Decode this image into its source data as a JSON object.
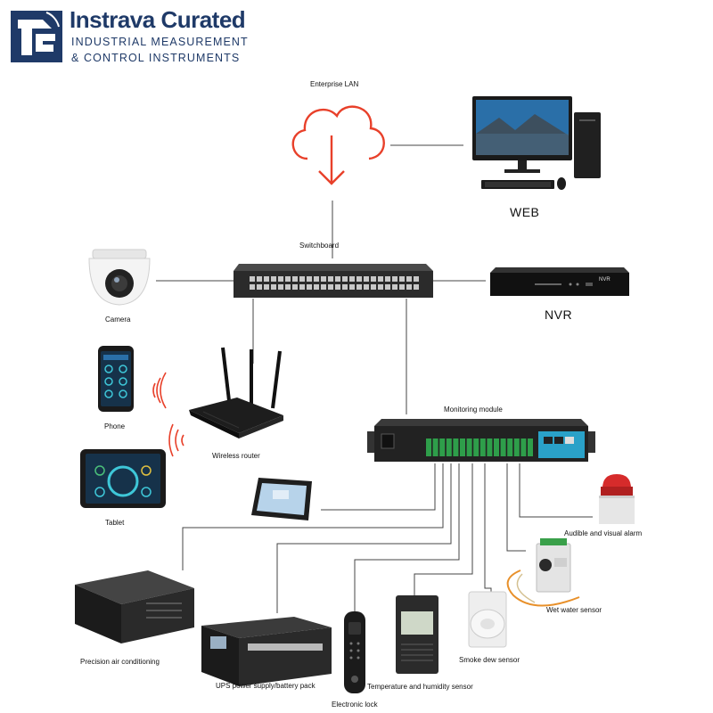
{
  "brand": {
    "name": "Instrava Curated",
    "tagline_1": "INDUSTRIAL MEASUREMENT",
    "tagline_2": "& CONTROL INSTRUMENTS"
  },
  "nodes": {
    "enterprise_lan": "Enterprise LAN",
    "web": "WEB",
    "switchboard": "Switchboard",
    "camera": "Camera",
    "nvr": "NVR",
    "phone": "Phone",
    "wireless_router": "Wireless router",
    "tablet": "Tablet",
    "monitoring_module": "Monitoring module",
    "audible_visual_alarm": "Audible and visual alarm",
    "wet_water_sensor": "Wet water sensor",
    "smoke_dew_sensor": "Smoke dew sensor",
    "temp_humidity_sensor": "Temperature and humidity sensor",
    "electronic_lock": "Electronic lock",
    "ups": "UPS power supply/battery pack",
    "precision_ac": "Precision air conditioning"
  },
  "device_text": {
    "nvr_badge": "NVR"
  },
  "colors": {
    "brand": "#1f3a68",
    "cloud": "#e8402a",
    "wifi": "#e8402a",
    "monitor_accent": "#2aa1c8",
    "terminal_green": "#2e9e4a",
    "alarm_red": "#d62b2b"
  }
}
